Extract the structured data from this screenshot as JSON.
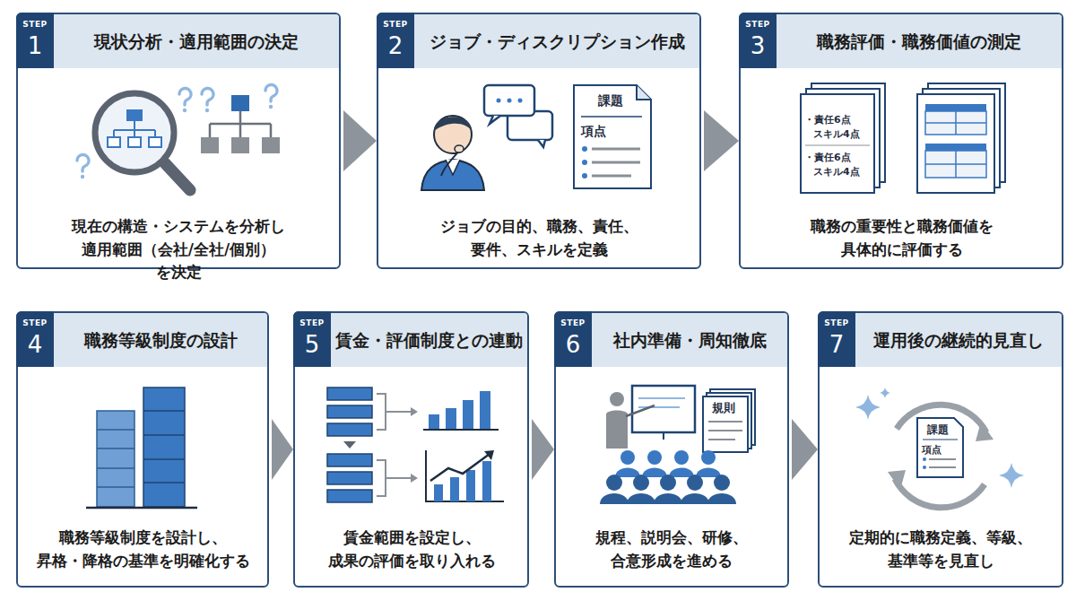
{
  "diagram": {
    "nodes": [
      {
        "text": [
          "現状分析・適用範囲の決定",
          "現在の構造・システムを分析し 適用範囲（会社/全社/個別）を決定"
        ]
      },
      {
        "text": [
          "STEP",
          "1"
        ],
        "in": 0
      },
      {
        "text": [
          "ジョブ・ディスクリプション作成",
          "ジョブの目的、職務、責任、 要件、スキルを定義"
        ]
      },
      {
        "text": [
          "STEP",
          "2"
        ],
        "in": 2
      },
      {
        "text": [
          "職務評価・職務価値の測定",
          "職務の重要性と職務価値を 具体的に評価する"
        ]
      },
      {
        "text": [
          "STEP",
          "3"
        ],
        "in": 4
      },
      {
        "text": [
          "職務等級制度の設計",
          "職務等級制度を設計し、 昇格・降格の基準を明確化する"
        ]
      },
      {
        "text": [
          "STEP",
          "4"
        ],
        "in": 6
      },
      {
        "text": [
          "賃金・評価制度との連動",
          "賃金範囲を設定し、 成果の評価を取り入れる"
        ]
      },
      {
        "text": [
          "STEP",
          "5"
        ],
        "in": 8
      },
      {
        "text": [
          "社内準備・周知徹底",
          "規程、説明会、研修、 合意形成を進める"
        ]
      },
      {
        "text": [
          "STEP",
          "6"
        ],
        "in": 10
      },
      {
        "text": [
          "運用後の継続的見直し",
          "定期的に職務定義、等級、 基準等を見直し"
        ]
      },
      {
        "text": [
          "STEP",
          "7"
        ],
        "in": 12
      }
    ],
    "edges": [
      {
        "from": 0,
        "to": 2,
        "arrow": "to"
      },
      {
        "from": 2,
        "to": 4,
        "arrow": "to"
      },
      {
        "from": 6,
        "to": 8,
        "arrow": "to"
      },
      {
        "from": 8,
        "to": 10,
        "arrow": "to"
      },
      {
        "from": 10,
        "to": 12,
        "arrow": "to"
      }
    ],
    "labels": [
      "課題",
      "項点",
      "・責任6点",
      "スキル4点",
      "・責任6点",
      "スキル4点",
      "規則",
      "課題",
      "項点"
    ]
  }
}
